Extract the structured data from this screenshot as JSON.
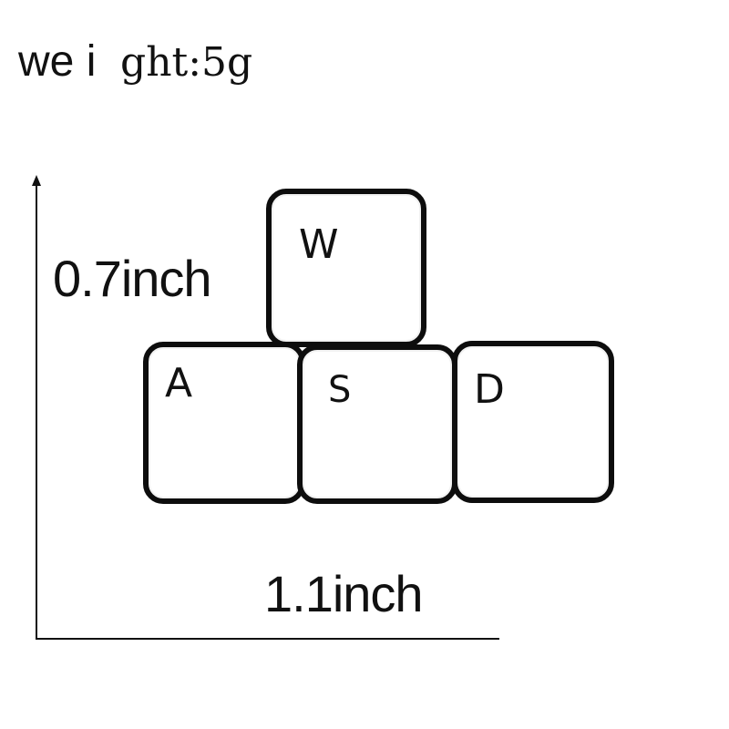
{
  "weight": {
    "prefix": "we i  ",
    "suffix": "ght:5g"
  },
  "dimensions": {
    "height": "0.7inch",
    "width": "1.1inch"
  },
  "keys": {
    "w": "W",
    "a": "A",
    "s": "S",
    "d": "D"
  },
  "colors": {
    "outline": "#0d0d0d",
    "keycap": "#ffffff",
    "background": "#ffffff"
  }
}
